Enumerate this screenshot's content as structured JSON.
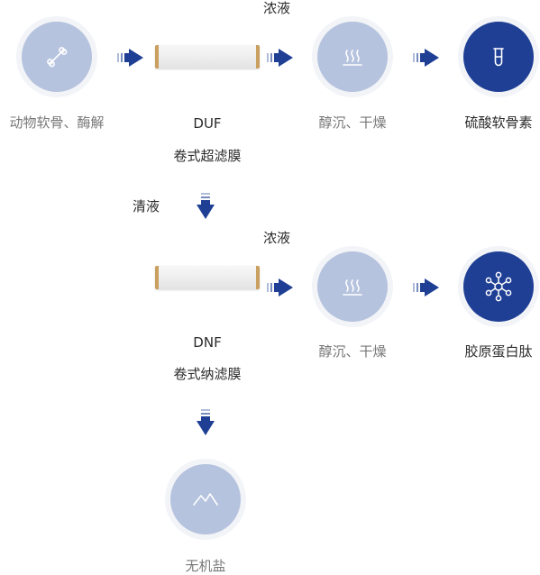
{
  "colors": {
    "light_circle": "#b6c3de",
    "dark_circle": "#1f3f95",
    "arrow": "#1f3f95",
    "gray_text": "#777777"
  },
  "row1": {
    "source_label": "动物软骨、酶解",
    "membrane_code": "DUF",
    "membrane_name": "卷式超滤膜",
    "stream_label": "浓液",
    "process_label": "醇沉、干燥",
    "product_label": "硫酸软骨素"
  },
  "branch_label": "清液",
  "row2": {
    "stream_label": "浓液",
    "membrane_code": "DNF",
    "membrane_name": "卷式纳滤膜",
    "process_label": "醇沉、干燥",
    "product_label": "胶原蛋白肽"
  },
  "row3": {
    "product_label": "无机盐"
  },
  "icons": [
    "bone-icon",
    "heat-dry-icon",
    "test-tube-icon",
    "molecule-network-icon",
    "mountain-icon"
  ]
}
